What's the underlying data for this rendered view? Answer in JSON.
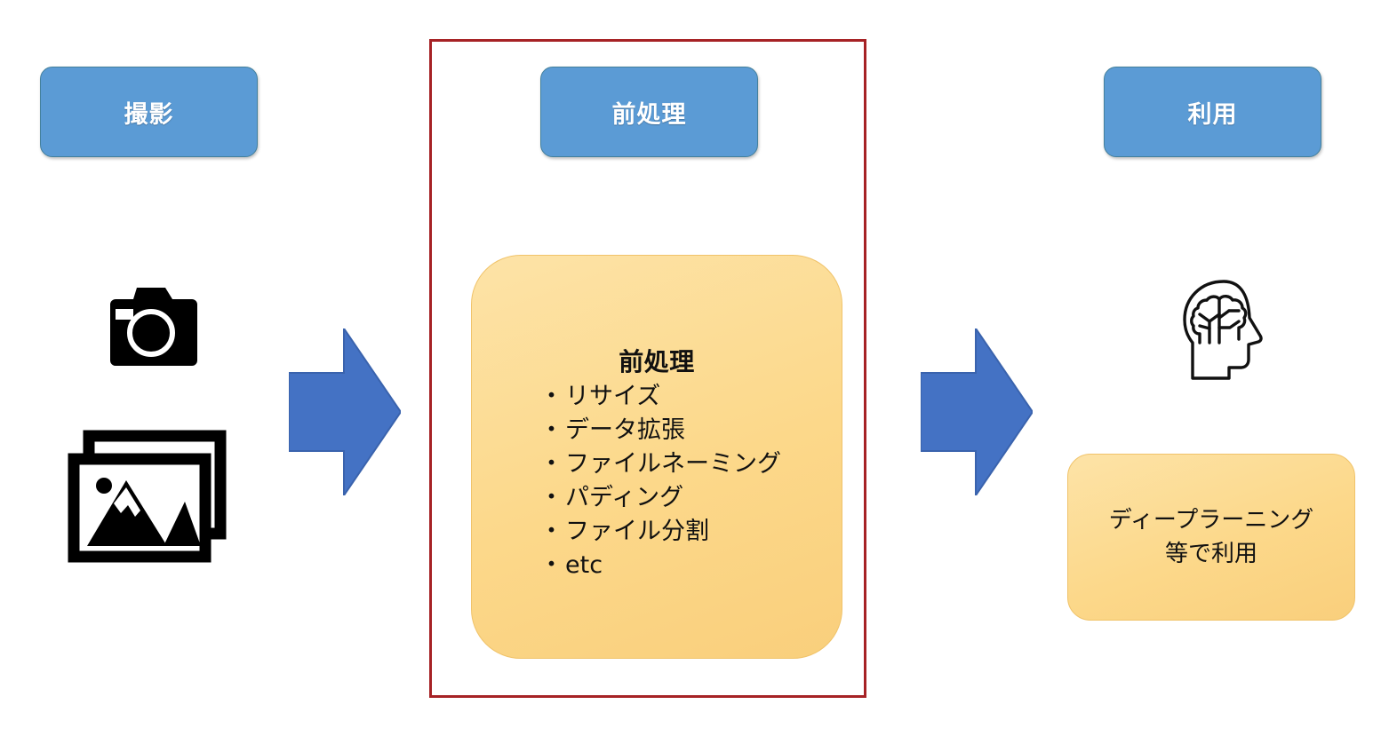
{
  "diagram": {
    "title_flow": [
      "撮影",
      "前処理",
      "利用"
    ],
    "accent_colors": {
      "stage_blue": "#5B9BD5",
      "arrow_blue": "#4472C4",
      "panel_orange": "#FCD88A",
      "highlight_red": "#A62225"
    }
  },
  "stages": {
    "capture": {
      "label": "撮影",
      "camera_icon": "camera-icon",
      "photos_icon": "photo-stack-icon"
    },
    "preprocess": {
      "label": "前処理",
      "panel": {
        "title": "前処理",
        "bullet": "・",
        "items": [
          "リサイズ",
          "データ拡張",
          "ファイルネーミング",
          "パディング",
          "ファイル分割",
          "etc"
        ]
      }
    },
    "use": {
      "label": "利用",
      "brain_icon": "brain-head-icon",
      "panel": {
        "line1": "ディープラーニング",
        "line2": "等で利用"
      }
    }
  },
  "arrows": {
    "first": "right-arrow-icon",
    "second": "right-arrow-icon"
  }
}
